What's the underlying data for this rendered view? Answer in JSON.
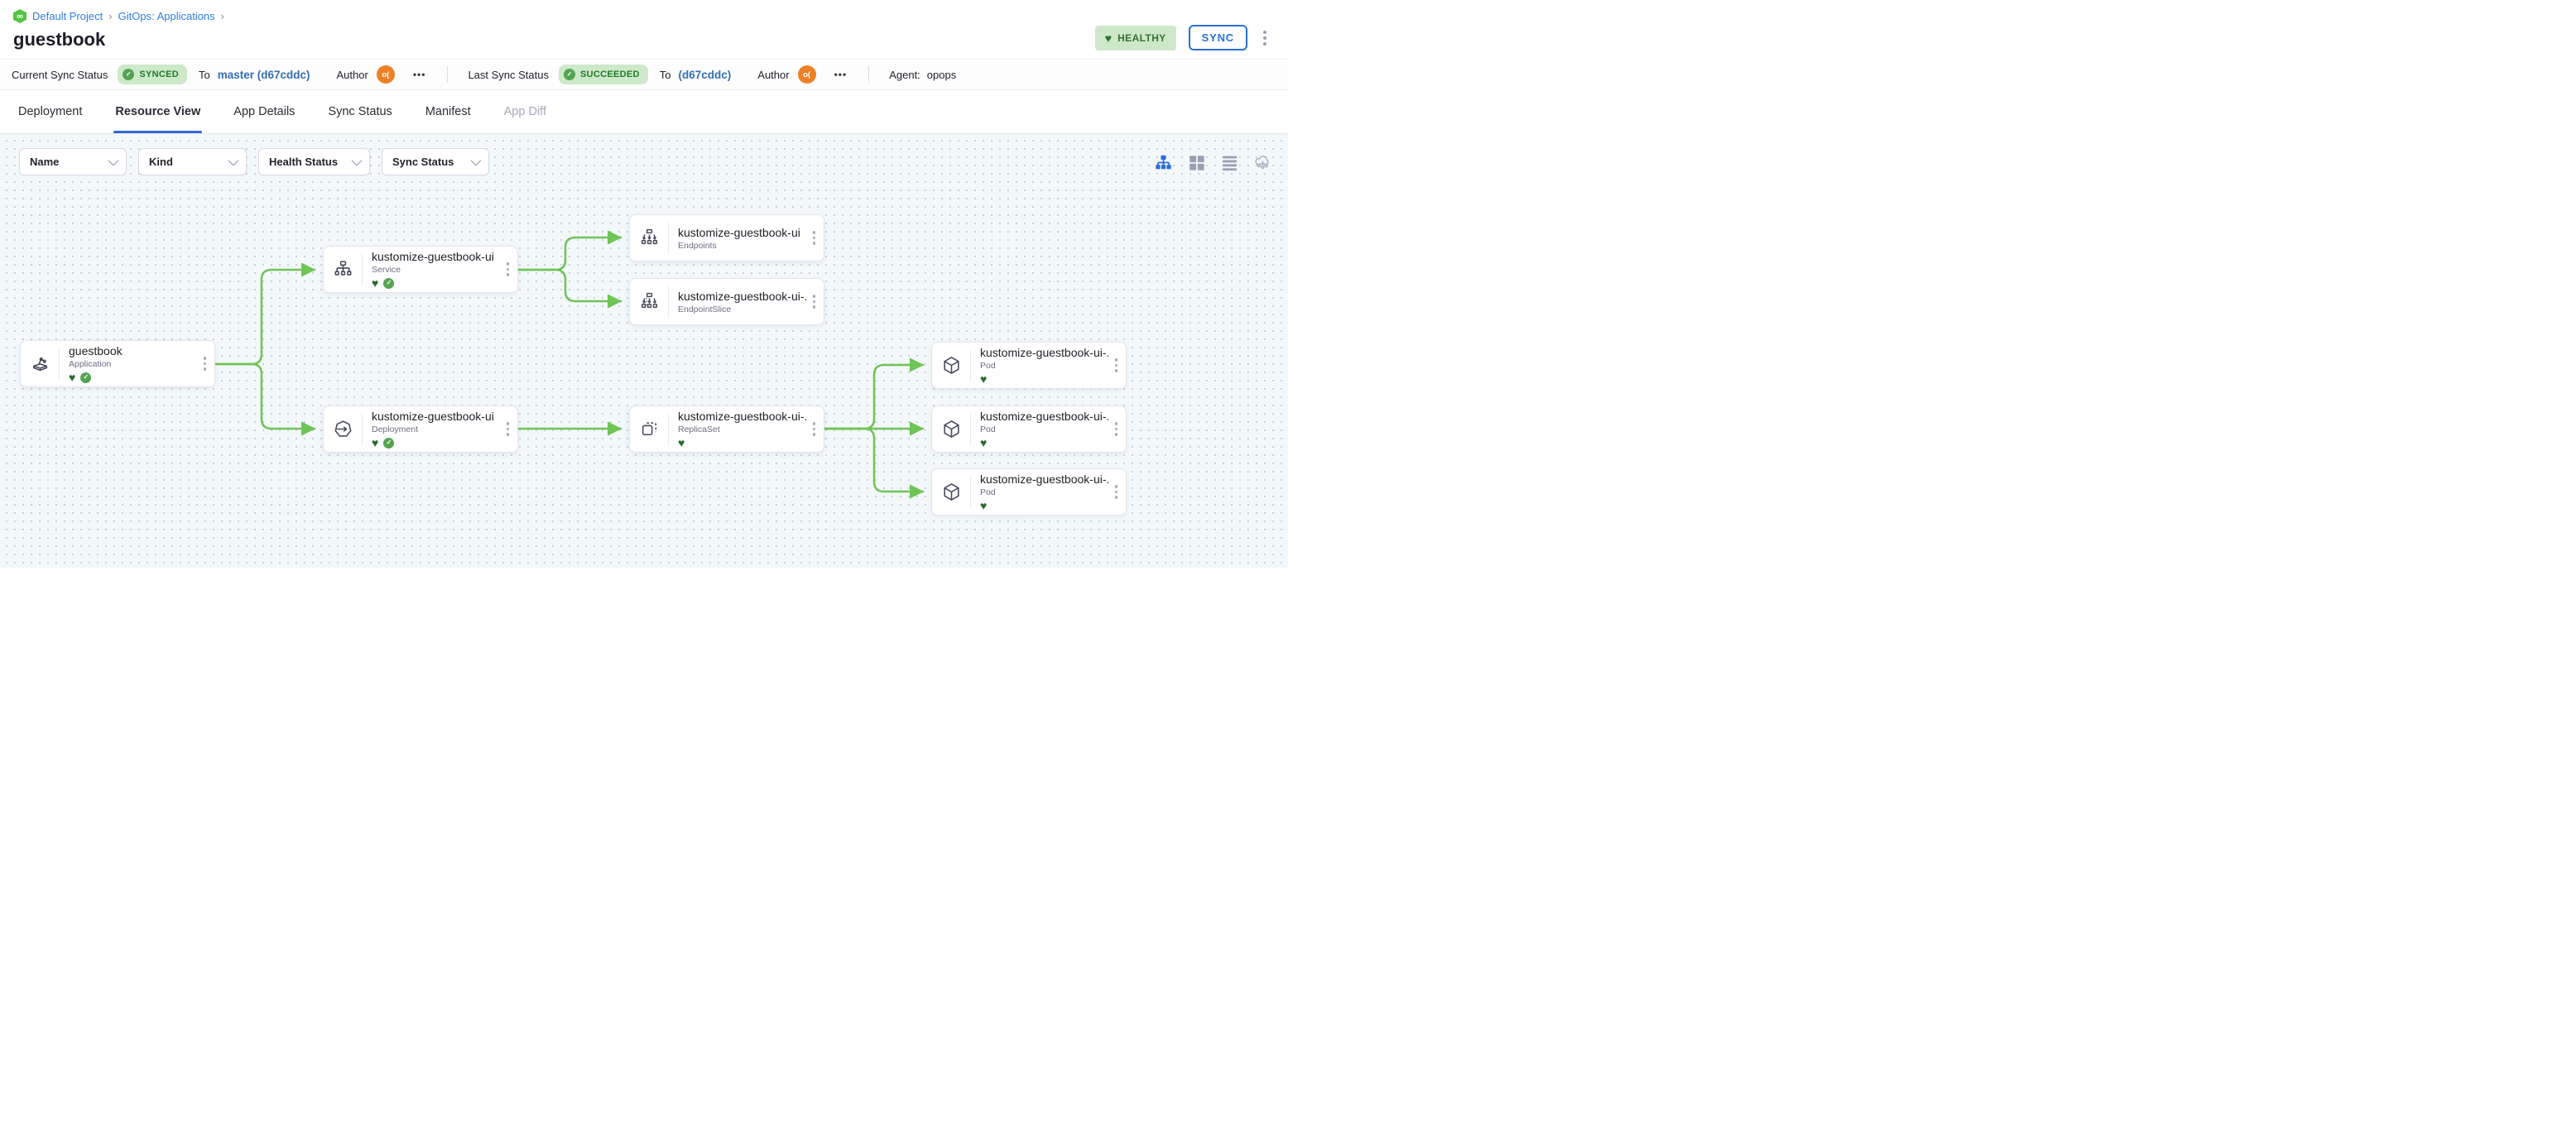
{
  "breadcrumb": {
    "project": "Default Project",
    "section": "GitOps: Applications",
    "separator": "›"
  },
  "header": {
    "title": "guestbook",
    "health_badge": "HEALTHY",
    "sync_button": "SYNC"
  },
  "status_bar": {
    "current": {
      "label": "Current Sync Status",
      "badge": "SYNCED",
      "to_label": "To",
      "revision": "master (d67cddc)",
      "author_label": "Author",
      "avatar_initials": "o("
    },
    "last": {
      "label": "Last Sync Status",
      "badge": "SUCCEEDED",
      "to_label": "To",
      "revision": "(d67cddc)",
      "author_label": "Author",
      "avatar_initials": "o("
    },
    "agent": {
      "label": "Agent:",
      "value": "opops"
    }
  },
  "tabs": [
    {
      "label": "Deployment"
    },
    {
      "label": "Resource View",
      "active": true
    },
    {
      "label": "App Details"
    },
    {
      "label": "Sync Status"
    },
    {
      "label": "Manifest"
    },
    {
      "label": "App Diff",
      "disabled": true
    }
  ],
  "filters": [
    {
      "label": "Name"
    },
    {
      "label": "Kind"
    },
    {
      "label": "Health Status"
    },
    {
      "label": "Sync Status"
    }
  ],
  "view_modes": [
    "tree-view",
    "grid-view",
    "list-view",
    "cluster-view"
  ],
  "icons": {
    "heart": "♥",
    "check": "✓",
    "infinity": "∞",
    "more_horizontal": "•••"
  },
  "colors": {
    "accent_blue": "#2970d6",
    "link_blue": "#336fb4",
    "edge_green": "#6fc455",
    "badge_green_bg": "#cde9c9",
    "healthy_green": "#2c7030",
    "avatar_orange": "#ee8125"
  },
  "diagram": {
    "nodes": [
      {
        "name": "guestbook",
        "kind": "Application",
        "healthy": true,
        "synced": true
      },
      {
        "name": "kustomize-guestbook-ui",
        "kind": "Service",
        "healthy": true,
        "synced": true
      },
      {
        "name": "kustomize-guestbook-ui",
        "kind": "Endpoints",
        "healthy": false,
        "synced": false
      },
      {
        "name": "kustomize-guestbook-ui-...",
        "kind": "EndpointSlice",
        "healthy": false,
        "synced": false
      },
      {
        "name": "kustomize-guestbook-ui",
        "kind": "Deployment",
        "healthy": true,
        "synced": true
      },
      {
        "name": "kustomize-guestbook-ui-...",
        "kind": "ReplicaSet",
        "healthy": true,
        "synced": false
      },
      {
        "name": "kustomize-guestbook-ui-...",
        "kind": "Pod",
        "healthy": true,
        "synced": false
      },
      {
        "name": "kustomize-guestbook-ui-...",
        "kind": "Pod",
        "healthy": true,
        "synced": false
      },
      {
        "name": "kustomize-guestbook-ui-...",
        "kind": "Pod",
        "healthy": true,
        "synced": false
      }
    ]
  }
}
